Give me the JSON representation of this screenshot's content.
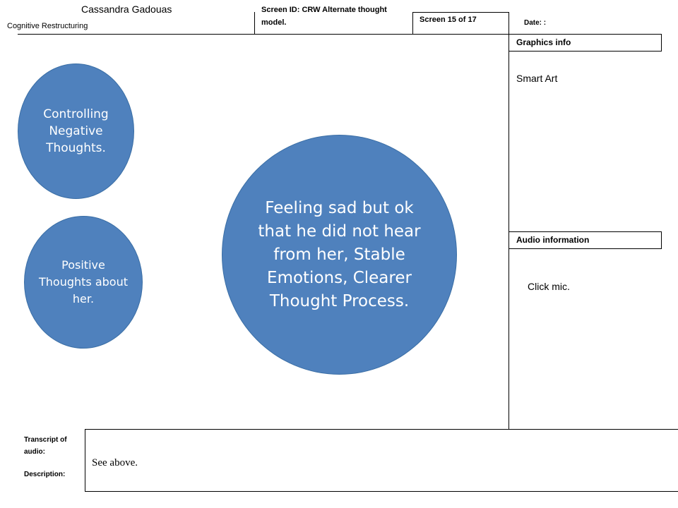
{
  "header": {
    "author": "Cassandra Gadouas",
    "course": "Cognitive Restructuring",
    "screen_id": "Screen ID: CRW Alternate thought model.",
    "screen_number": "Screen 15 of 17",
    "date": "Date: :"
  },
  "diagram": {
    "circle_top": "Controlling Negative Thoughts.",
    "circle_bottom": "Positive Thoughts about her.",
    "circle_center": "Feeling sad but ok that he did not hear from her, Stable Emotions, Clearer Thought Process.",
    "circle_color": "#4f81bd"
  },
  "side_panel": {
    "graphics_title": "Graphics info",
    "graphics_value": "Smart Art",
    "audio_title": "Audio information",
    "audio_value": "Click mic."
  },
  "footer": {
    "transcript_label": "Transcript of audio:",
    "description_label": "Description:",
    "transcript_text": "See above."
  }
}
